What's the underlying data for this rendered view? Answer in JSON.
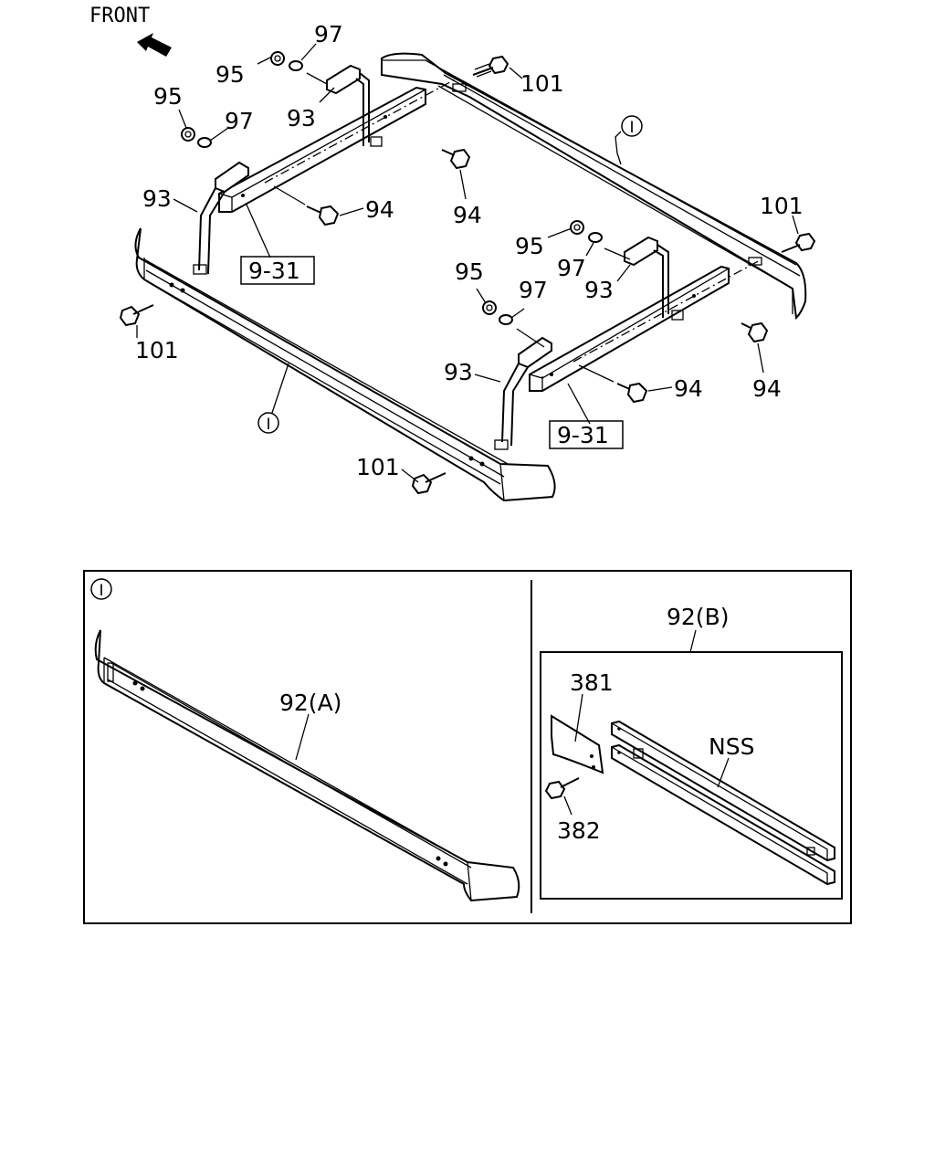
{
  "direction": {
    "label": "FRONT"
  },
  "callouts": {
    "c95a": "95",
    "c97a": "97",
    "c93a": "93",
    "c101a": "101",
    "c95b": "95",
    "c97b": "97",
    "c93b": "93",
    "c94a": "94",
    "c94b": "94",
    "c931a": "9-31",
    "c101b": "101",
    "cIa": "I",
    "c101c": "101",
    "c95c": "95",
    "c97c": "97",
    "c93c": "93",
    "c94c": "94",
    "c95d": "95",
    "c97d": "97",
    "c93d": "93",
    "c94d": "94",
    "c931b": "9-31",
    "cIb": "I",
    "c101d": "101"
  },
  "detail": {
    "ref": "I",
    "left_part": "92(A)",
    "right_group": "92(B)",
    "p381": "381",
    "p382": "382",
    "nss": "NSS"
  }
}
